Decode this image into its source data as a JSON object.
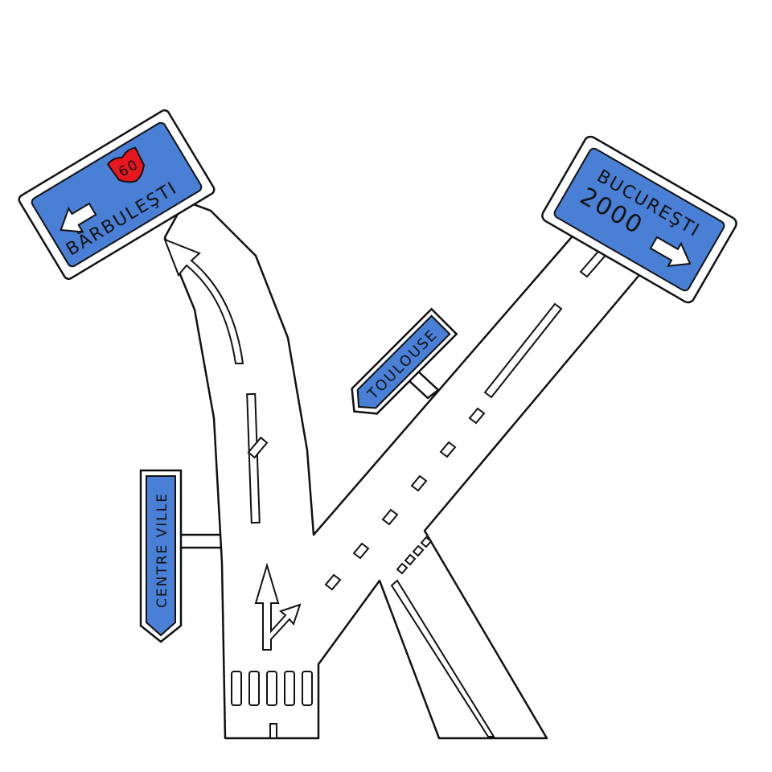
{
  "colors": {
    "sign_blue": "#4a7fd6",
    "shield_red": "#e8161e",
    "ink": "#111111"
  },
  "signs": {
    "barbulesti": {
      "name": "BĂRBULEŞTI",
      "route": "60"
    },
    "bucuresti": {
      "name": "BUCUREŞTI",
      "distance": "2000"
    },
    "toulouse": {
      "name": "TOULOUSE"
    },
    "centre_ville": {
      "name": "CENTRE VILLE"
    }
  }
}
